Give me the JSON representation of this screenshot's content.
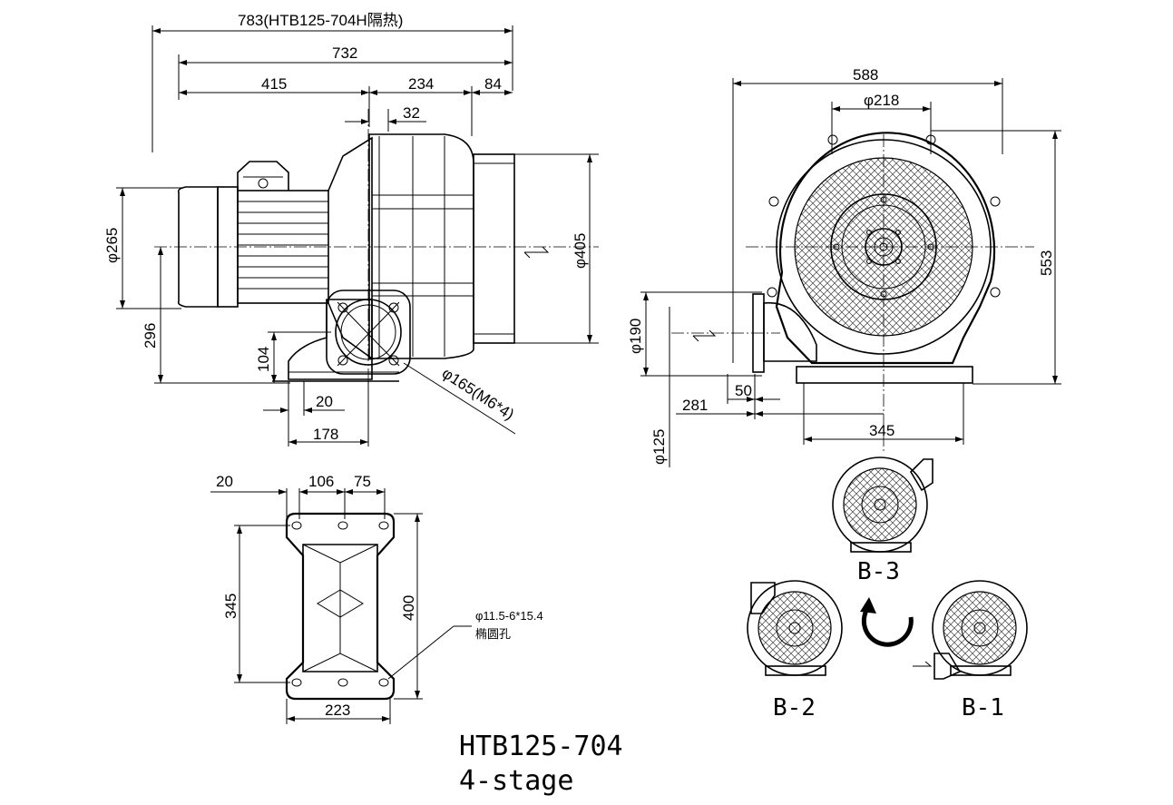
{
  "model": "HTB125-704",
  "stage": "4-stage",
  "side_view": {
    "dims": {
      "overall_insulated": "783(HTB125-704H隔热)",
      "overall": "732",
      "motor_len": "415",
      "blower_len": "234",
      "outlet_len": "84",
      "flange_w": "32",
      "motor_dia": "φ265",
      "outlet_dia": "φ405",
      "center_h": "296",
      "inlet_h": "104",
      "base_off": "20",
      "base_len": "178",
      "flange_bolt": "φ165(M6*4)"
    }
  },
  "front_view": {
    "dims": {
      "width": "588",
      "inner_dia": "φ218",
      "height": "553",
      "port_dia": "φ190",
      "port_inner": "φ125",
      "offset_281": "281",
      "offset_50": "50",
      "base_w": "345"
    }
  },
  "base_view": {
    "dims": {
      "d20": "20",
      "d106": "106",
      "d75": "75",
      "d345": "345",
      "d400": "400",
      "d223": "223"
    },
    "note_line1": "φ11.5-6*15.4",
    "note_line2": "椭圆孔"
  },
  "orientations": {
    "b3": "B-3",
    "b2": "B-2",
    "b1": "B-1"
  }
}
